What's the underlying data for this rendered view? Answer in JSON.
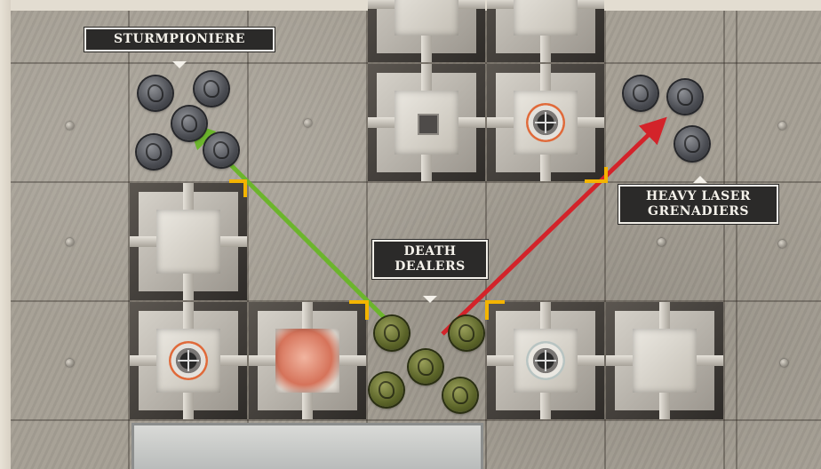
{
  "board": {
    "units": [
      {
        "name": "STURMPIONIERE",
        "faction": "grey"
      },
      {
        "name": "DEATH DEALERS",
        "faction": "green"
      },
      {
        "name": "HEAVY LASER GRENADIERS",
        "faction": "grey"
      }
    ],
    "labels": {
      "sturmpioniere": "STURMPIONIERE",
      "death_dealers_line1": "DEATH",
      "death_dealers_line2": "DEALERS",
      "heavy_laser_line1": "HEAVY LASER",
      "heavy_laser_line2": "GRENADIERS"
    },
    "lines_of_sight": [
      {
        "from": "DEATH DEALERS",
        "to": "STURMPIONIERE",
        "color": "#6cb52c",
        "meaning": "clear"
      },
      {
        "from": "DEATH DEALERS",
        "to": "HEAVY LASER GRENADIERS",
        "color": "#d3232a",
        "meaning": "blocked"
      }
    ],
    "colors": {
      "line_clear": "#6cb52c",
      "line_blocked": "#d3232a",
      "corner_marker": "#f4b400",
      "label_bg": "#2b2a29",
      "label_text": "#f4f1ea"
    }
  }
}
